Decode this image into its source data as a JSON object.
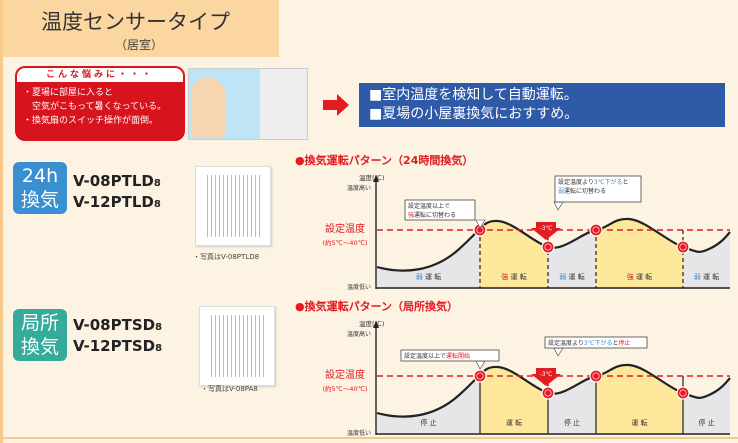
{
  "header": {
    "title": "温度センサータイプ",
    "subtitle": "（居室）"
  },
  "problem": {
    "heading": "こんな悩みに・・・",
    "lines": [
      "・夏場に部屋に入ると",
      "　空気がこもって暑くなっている。",
      "・換気扇のスイッチ操作が面倒。"
    ]
  },
  "solution": {
    "lines": [
      "■室内温度を検知して自動運転。",
      "■夏場の小屋裏換気におすすめ。"
    ]
  },
  "colors": {
    "red": "#e31b23",
    "blue": "#2f5aa8",
    "weak": "#e6e6e8",
    "strong": "#fde79a",
    "badge24h": "#3a8fd1",
    "badgeLocal": "#35ab9b"
  },
  "products": [
    {
      "badge": [
        "24h",
        "換気"
      ],
      "models": [
        "V-08PTLD",
        "V-12PTLD"
      ],
      "suffix": "8",
      "caption": "・写真はV-08PTLD8"
    },
    {
      "badge": [
        "局所",
        "換気"
      ],
      "models": [
        "V-08PTSD",
        "V-12PTSD"
      ],
      "suffix": "8",
      "caption": "・写真はV-08PA8"
    }
  ],
  "chart_data": [
    {
      "type": "line",
      "title": "●換気運転パターン（24時間換気）",
      "ylabel": "温度(℃)",
      "y_high": "温度高い",
      "y_low": "温度低い",
      "setpoint_label": "設定温度",
      "setpoint_range": "(約5℃～40℃)",
      "drop_label": "-3℃",
      "callouts": [
        {
          "parts": [
            [
              "設定温度以上で",
              ""
            ],
            [
              "強",
              "red"
            ],
            [
              "運転に切替わる",
              ""
            ]
          ]
        },
        {
          "parts": [
            [
              "設定温度より",
              ""
            ],
            [
              "3℃下がる",
              "blue"
            ],
            [
              "と",
              ""
            ],
            [
              "弱",
              "blue"
            ],
            [
              "運転に切替わる",
              ""
            ]
          ]
        }
      ],
      "segments": [
        {
          "mode": "weak",
          "label": "弱",
          "rest": " 運 転"
        },
        {
          "mode": "strong",
          "label": "強",
          "rest": " 運 転"
        },
        {
          "mode": "weak",
          "label": "弱",
          "rest": " 運 転"
        },
        {
          "mode": "strong",
          "label": "強",
          "rest": " 運 転"
        },
        {
          "mode": "weak",
          "label": "弱",
          "rest": " 運 転"
        }
      ]
    },
    {
      "type": "line",
      "title": "●換気運転パターン（局所換気）",
      "ylabel": "温度(℃)",
      "y_high": "温度高い",
      "y_low": "温度低い",
      "setpoint_label": "設定温度",
      "setpoint_range": "(約5℃～40℃)",
      "drop_label": "-3℃",
      "callouts": [
        {
          "parts": [
            [
              "設定温度以上で",
              ""
            ],
            [
              "運転開始",
              "red"
            ]
          ]
        },
        {
          "parts": [
            [
              "設定温度より",
              ""
            ],
            [
              "3℃下がる",
              "blue"
            ],
            [
              "と",
              ""
            ],
            [
              "停止",
              "red"
            ]
          ]
        }
      ],
      "segments": [
        {
          "mode": "weak",
          "label": "停 止",
          "rest": ""
        },
        {
          "mode": "strong",
          "label": "運 転",
          "rest": ""
        },
        {
          "mode": "weak",
          "label": "停 止",
          "rest": ""
        },
        {
          "mode": "strong",
          "label": "運 転",
          "rest": ""
        },
        {
          "mode": "weak",
          "label": "停 止",
          "rest": ""
        }
      ]
    }
  ]
}
